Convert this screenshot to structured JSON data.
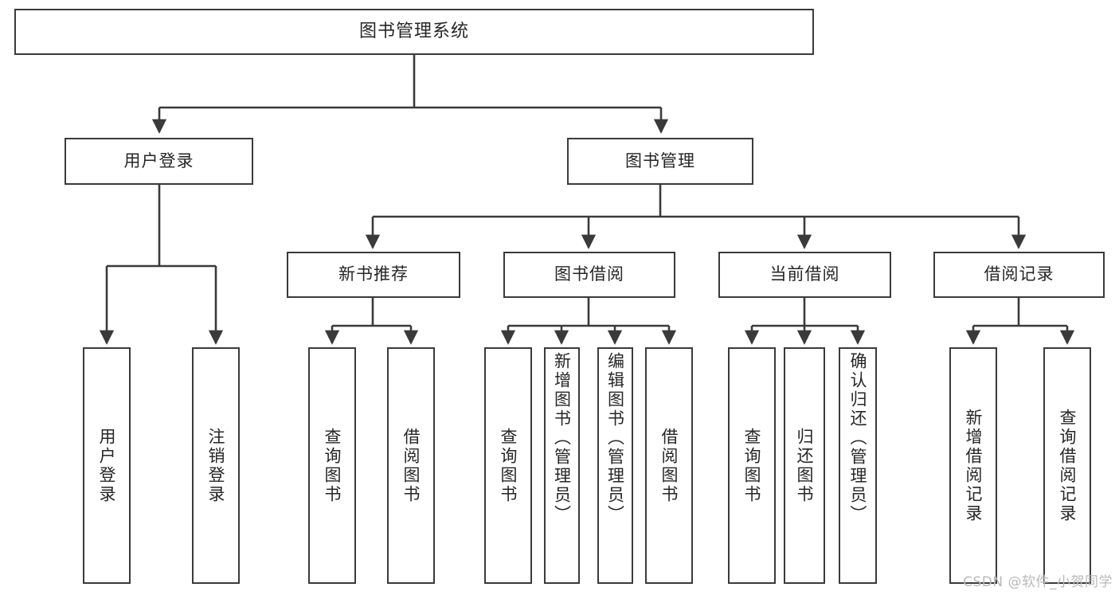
{
  "diagram": {
    "title": "图书管理系统",
    "watermark": "CSDN @软件_小贺同学",
    "line_color": "#3a3a3a",
    "box_fill": "#ffffff",
    "text_color": "#262626",
    "watermark_color": "#b9b9b9",
    "root": {
      "label": "图书管理系统"
    },
    "level2": [
      {
        "label": "用户登录"
      },
      {
        "label": "图书管理"
      }
    ],
    "level3": [
      {
        "label": "新书推荐"
      },
      {
        "label": "图书借阅"
      },
      {
        "label": "当前借阅"
      },
      {
        "label": "借阅记录"
      }
    ],
    "leaves": {
      "user_login": [
        {
          "label": "用户登录"
        },
        {
          "label": "注销登录"
        }
      ],
      "new_book_recommend": [
        {
          "label": "查询图书"
        },
        {
          "label": "借阅图书"
        }
      ],
      "book_borrow": [
        {
          "label": "查询图书"
        },
        {
          "label": "新增图书（管理员）"
        },
        {
          "label": "编辑图书（管理员）"
        },
        {
          "label": "借阅图书"
        }
      ],
      "current_borrow": [
        {
          "label": "查询图书"
        },
        {
          "label": "归还图书"
        },
        {
          "label": "确认归还（管理员）"
        }
      ],
      "borrow_record": [
        {
          "label": "新增借阅记录"
        },
        {
          "label": "查询借阅记录"
        }
      ]
    }
  }
}
